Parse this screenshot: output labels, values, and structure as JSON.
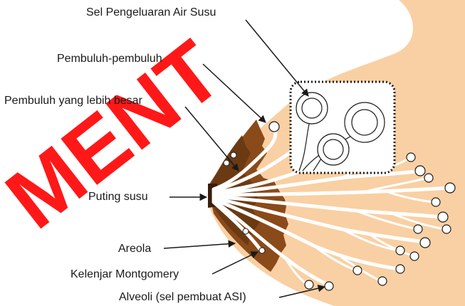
{
  "labels": {
    "milk_cells": "Sel Pengeluaran Air Susu",
    "ducts": "Pembuluh-pembuluh",
    "large_ducts": "Pembuluh yang lebih besar",
    "nipple": "Puting susu",
    "areola": "Areola",
    "montgomery": "Kelenjar Montgomery",
    "alveoli": "Alveoli (sel pembuat ASI)"
  },
  "watermark": {
    "text": "MENT",
    "color": "#ff0000"
  },
  "colors": {
    "skin": "#f9d0a3",
    "areola_dark": "#6b3a12",
    "areola_mid": "#8a4a1a",
    "duct": "#ffffff",
    "outline": "#1a1a1a"
  }
}
